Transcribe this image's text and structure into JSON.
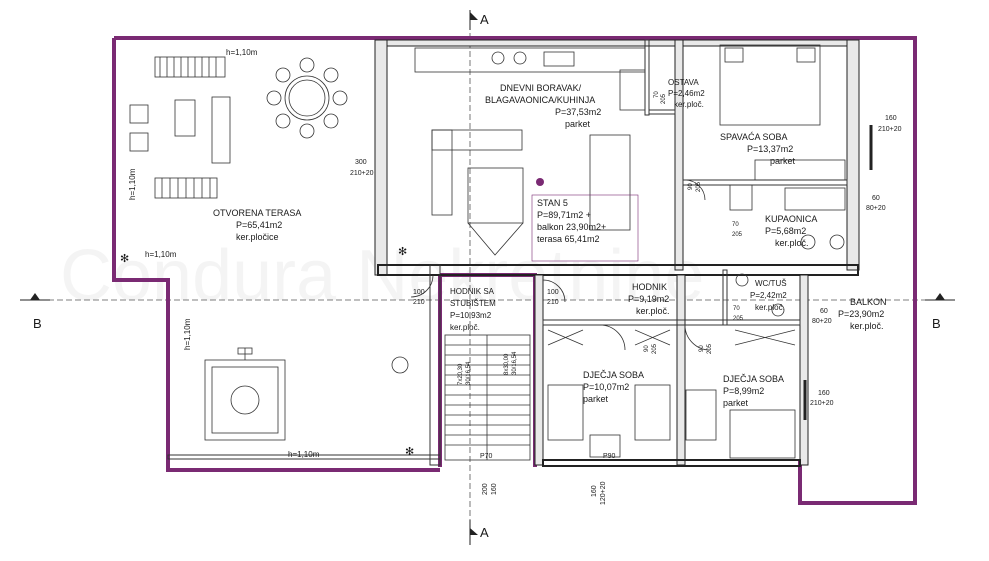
{
  "watermark": "Condura Nekretnine",
  "section_marks": {
    "a_top": "A",
    "a_bottom": "A",
    "b_left": "B",
    "b_right": "B"
  },
  "rooms": {
    "terasa": {
      "name": "OTVORENA TERASA",
      "area": "P=65,41m2",
      "floor": "ker.pločice"
    },
    "dnevni": {
      "name1": "DNEVNI BORAVAK/",
      "name2": "BLAGAVAONICA/KUHINJA",
      "area": "P=37,53m2",
      "floor": "parket"
    },
    "ostava": {
      "name": "OSTAVA",
      "area": "P=2,46m2",
      "floor": "ker.ploč."
    },
    "spavaca": {
      "name": "SPAVAĆA SOBA",
      "area": "P=13,37m2",
      "floor": "parket"
    },
    "kupaonica": {
      "name": "KUPAONICA",
      "area": "P=5,68m2",
      "floor": "ker.ploč."
    },
    "hodnik": {
      "name": "HODNIK",
      "area": "P=9,19m2",
      "floor": "ker.ploč."
    },
    "wc": {
      "name": "WC/TUŠ",
      "area": "P=2,42m2",
      "floor": "ker.ploč."
    },
    "balkon": {
      "name": "BALKON",
      "area": "P=23,90m2",
      "floor": "ker.ploč."
    },
    "stubiste": {
      "name1": "HODNIK SA",
      "name2": "STUBIŠTEM",
      "area": "P=10,93m2",
      "floor": "ker.ploč."
    },
    "djecja1": {
      "name": "DJEČJA SOBA",
      "area": "P=10,07m2",
      "floor": "parket"
    },
    "djecja2": {
      "name": "DJEČJA SOBA",
      "area": "P=8,99m2",
      "floor": "parket"
    }
  },
  "stan": {
    "title": "STAN 5",
    "area": "P=89,71m2 +",
    "balkon": "balkon 23,90m2+",
    "terasa": "terasa 65,41m2"
  },
  "heights": {
    "h1": "h=1,10m",
    "h2": "h=1,10m",
    "h3": "h=1,10m",
    "h4": "h=1,10m",
    "h5": "h=1,10m"
  },
  "openings": {
    "w300": "300",
    "w300b": "210+20",
    "o160a": "160",
    "o160ab": "210+20",
    "o60a": "60",
    "o60ab": "80+20",
    "d100a": "100",
    "d100ab": "210",
    "d100b": "100",
    "d100bb": "210",
    "o60b": "60",
    "o60bb": "80+20",
    "o160b": "160",
    "o160bb": "210+20",
    "d70a": "70",
    "d70ab": "205",
    "d90a": "90",
    "d90ab": "205",
    "d70b": "70",
    "d70bb": "205",
    "d70c": "70",
    "d70cb": "205",
    "d90b": "90",
    "d90bb": "205",
    "d90c": "90",
    "d90cb": "205",
    "p70": "P70",
    "p90": "P90",
    "w200": "200",
    "w160": "160",
    "w160b": "160",
    "w160bb": "120+20",
    "stair1": "7x20,30",
    "stair2": "30/16,54",
    "stair3": "8x30,00",
    "stair4": "30/16,54"
  }
}
